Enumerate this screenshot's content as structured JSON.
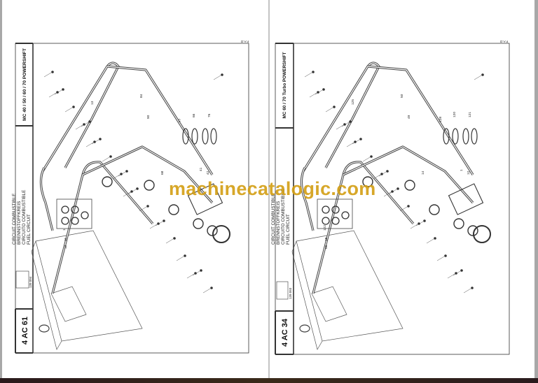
{
  "viewer": {
    "watermark": "machinecatalogic.com",
    "accent_color": "#d4a017"
  },
  "pages": [
    {
      "model_header": "MC 40 / 50 / 60 / 70 POWERSHIFT",
      "page_code": "4 AC 61",
      "titles": [
        "CIRCUIT COMBUSTIBLE",
        "BRENNSTOFFKREIS",
        "CIRCUITO COMBUSTIBLE",
        "FUEL CIRCUIT"
      ],
      "ref_number": "139 094",
      "corner_mark": "F.A.O",
      "callouts": [
        "77",
        "66",
        "76",
        "1",
        "11",
        "12",
        "13",
        "84",
        "90",
        "41",
        "42",
        "68"
      ]
    },
    {
      "model_header": "MC 60 / 70 Turbo POWERSHIFT",
      "page_code": "4 AC 34",
      "titles": [
        "CIRCUIT COMBUSTIBLE",
        "BRENNSTOFFKREIS",
        "CIRCUITO COMBUSTIBILE",
        "FUEL CIRCUIT"
      ],
      "ref_number": "139 093",
      "corner_mark": "F.A.O",
      "callouts": [
        "128",
        "120",
        "121",
        "122",
        "18",
        "66",
        "125",
        "50",
        "49",
        "1",
        "12",
        "14"
      ]
    }
  ]
}
